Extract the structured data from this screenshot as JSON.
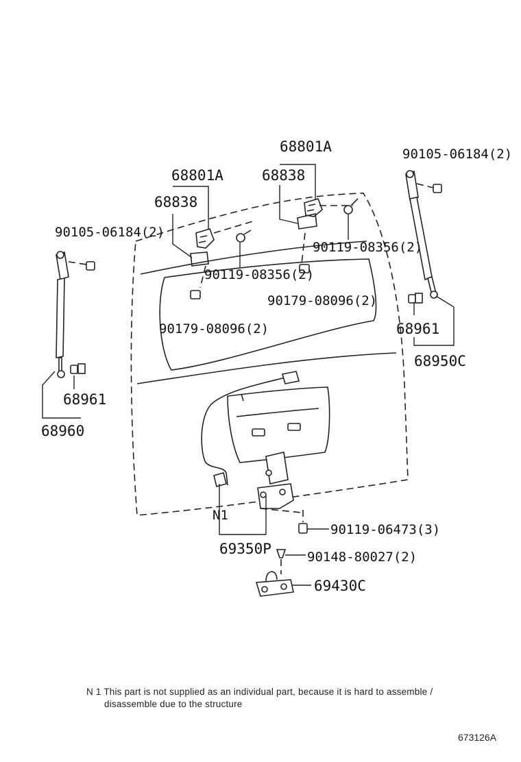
{
  "labels": {
    "left_hinge_assy": "68801A",
    "left_hinge": "68838",
    "left_stay_bolt": "90105-06184(2)",
    "left_hinge_bolt": "90119-08356(2)",
    "left_nut": "90179-08096(2)",
    "left_stay_end": "68961",
    "left_stay": "68960",
    "right_hinge_assy": "68801A",
    "right_hinge": "68838",
    "right_hinge_bolt": "90119-08356(2)",
    "right_nut": "90179-08096(2)",
    "right_stay_bolt": "90105-06184(2)",
    "right_stay_end": "68961",
    "right_stay": "68950C",
    "n1_mark": "N1",
    "lock_assy": "69350P",
    "lock_bolt": "90119-06473(3)",
    "striker_screw": "90148-80027(2)",
    "striker": "69430C"
  },
  "footnote": {
    "line1": "N 1  This part is not supplied as an individual part, because it is hard to assemble  /",
    "line2": "disassemble due to the structure"
  },
  "diagram_code": "673126A"
}
